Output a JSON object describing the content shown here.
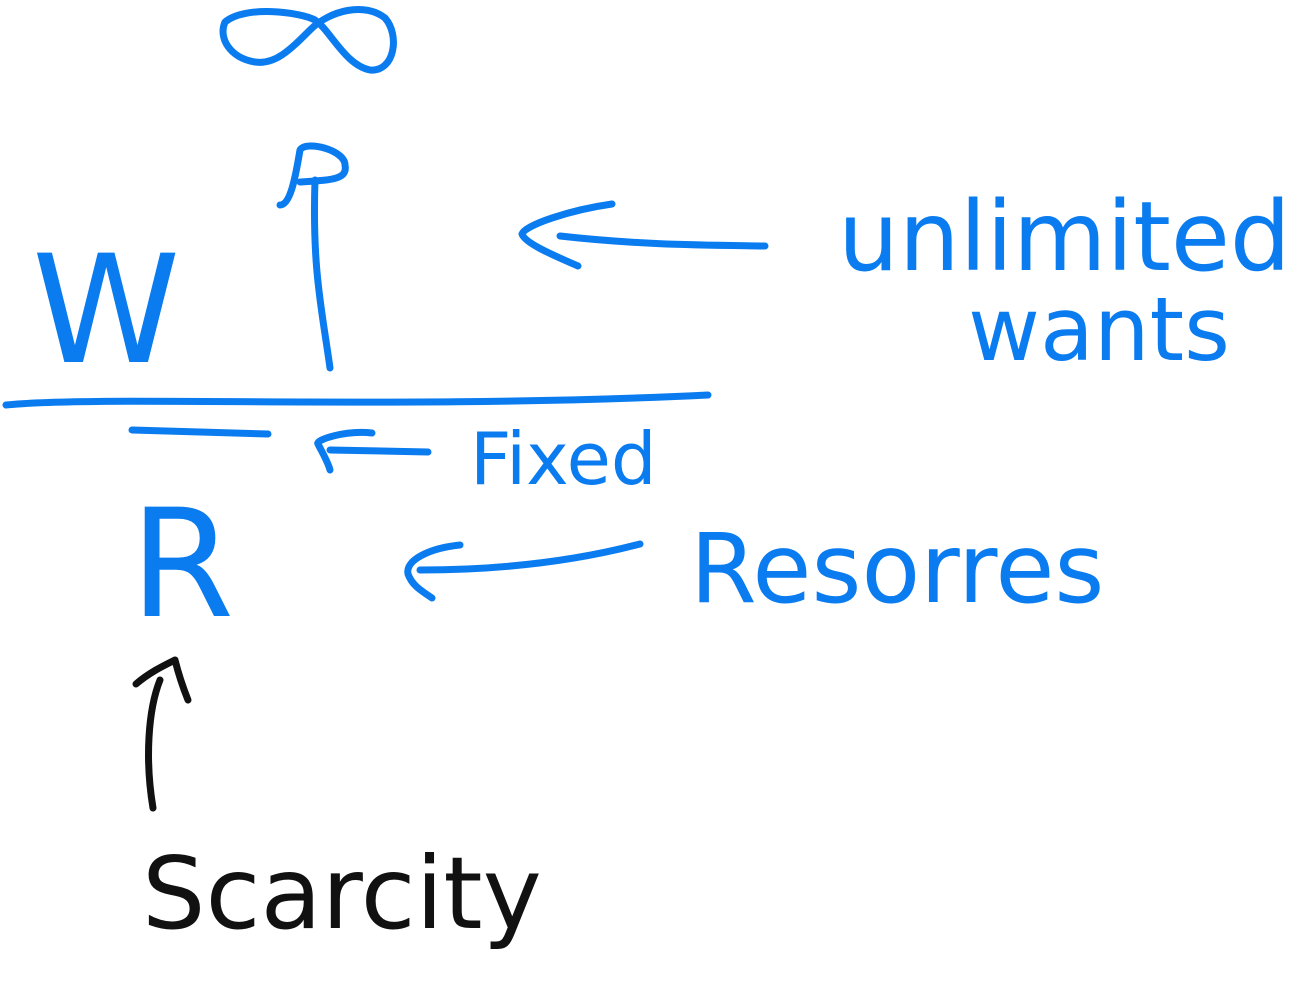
{
  "colors": {
    "primary_ink": "#0a7cf0",
    "secondary_ink": "#111111",
    "background": "#ffffff"
  },
  "formula": {
    "numerator_letter": "W",
    "numerator_superscript": "∞",
    "denominator_letter": "R"
  },
  "annotations": {
    "unlimited_line1": "unlimited",
    "unlimited_line2": "wants",
    "fixed": "Fixed",
    "resources": "Resorres",
    "scarcity": "Scarcity"
  },
  "icons": {
    "infinity": "infinity-symbol-icon",
    "arrows": "left-arrow-icon"
  }
}
